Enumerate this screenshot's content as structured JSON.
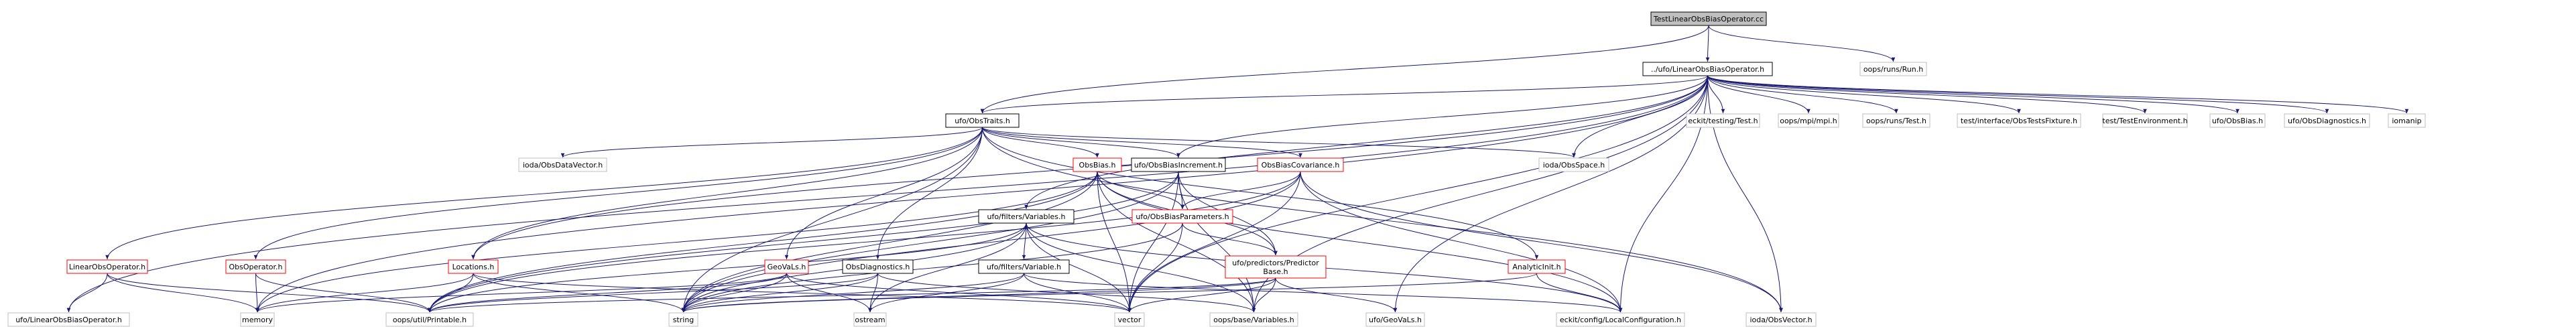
{
  "colors": {
    "root_fill": "#bfbfbf",
    "documented_border": "#000000",
    "undocumented_border": "#bfbfbf",
    "truncated_border": "#ff0000",
    "edge": "#191970"
  },
  "nodes": [
    {
      "id": "root",
      "label": "TestLinearObsBiasOperator.cc",
      "kind": "root"
    },
    {
      "id": "linop",
      "label": "../ufo/LinearObsBiasOperator.h",
      "kind": "documented"
    },
    {
      "id": "run",
      "label": "oops/runs/Run.h",
      "kind": "undocumented"
    },
    {
      "id": "obstraits",
      "label": "ufo/ObsTraits.h",
      "kind": "documented"
    },
    {
      "id": "ecktest",
      "label": "eckit/testing/Test.h",
      "kind": "undocumented"
    },
    {
      "id": "mpi",
      "label": "oops/mpi/mpi.h",
      "kind": "undocumented"
    },
    {
      "id": "runtest",
      "label": "oops/runs/Test.h",
      "kind": "undocumented"
    },
    {
      "id": "obstestsfix",
      "label": "test/interface/ObsTestsFixture.h",
      "kind": "undocumented"
    },
    {
      "id": "testenv",
      "label": "test/TestEnvironment.h",
      "kind": "undocumented"
    },
    {
      "id": "obsbias_u",
      "label": "ufo/ObsBias.h",
      "kind": "undocumented"
    },
    {
      "id": "obsdiag_u",
      "label": "ufo/ObsDiagnostics.h",
      "kind": "undocumented"
    },
    {
      "id": "iomanip",
      "label": "iomanip",
      "kind": "undocumented"
    },
    {
      "id": "obsdatavec",
      "label": "ioda/ObsDataVector.h",
      "kind": "undocumented"
    },
    {
      "id": "obsspace",
      "label": "ioda/ObsSpace.h",
      "kind": "undocumented"
    },
    {
      "id": "obsbias",
      "label": "ObsBias.h",
      "kind": "truncated"
    },
    {
      "id": "obsbiasinc",
      "label": "ufo/ObsBiasIncrement.h",
      "kind": "documented"
    },
    {
      "id": "obsbiascov",
      "label": "ObsBiasCovariance.h",
      "kind": "truncated"
    },
    {
      "id": "filtvars",
      "label": "ufo/filters/Variables.h",
      "kind": "documented"
    },
    {
      "id": "obsbiasparams",
      "label": "ufo/ObsBiasParameters.h",
      "kind": "truncated"
    },
    {
      "id": "linopH",
      "label": "LinearObsOperator.h",
      "kind": "truncated"
    },
    {
      "id": "obsoperator",
      "label": "ObsOperator.h",
      "kind": "truncated"
    },
    {
      "id": "locations",
      "label": "Locations.h",
      "kind": "truncated"
    },
    {
      "id": "geovals",
      "label": "GeoVaLs.h",
      "kind": "truncated"
    },
    {
      "id": "obsdiagH",
      "label": "ObsDiagnostics.h",
      "kind": "documented"
    },
    {
      "id": "filtvar",
      "label": "ufo/filters/Variable.h",
      "kind": "documented"
    },
    {
      "id": "predbase",
      "label": "ufo/predictors/Predictor Base.h",
      "label_lines": [
        "ufo/predictors/Predictor",
        "Base.h"
      ],
      "kind": "truncated"
    },
    {
      "id": "analyticinit",
      "label": "AnalyticInit.h",
      "kind": "truncated"
    },
    {
      "id": "ufo_linop",
      "label": "ufo/LinearObsBiasOperator.h",
      "kind": "undocumented"
    },
    {
      "id": "memory",
      "label": "memory",
      "kind": "undocumented"
    },
    {
      "id": "printable",
      "label": "oops/util/Printable.h",
      "kind": "undocumented"
    },
    {
      "id": "string",
      "label": "string",
      "kind": "undocumented"
    },
    {
      "id": "ostream",
      "label": "ostream",
      "kind": "undocumented"
    },
    {
      "id": "vector",
      "label": "vector",
      "kind": "undocumented"
    },
    {
      "id": "oopsvars",
      "label": "oops/base/Variables.h",
      "kind": "undocumented"
    },
    {
      "id": "ufogeovals",
      "label": "ufo/GeoVaLs.h",
      "kind": "undocumented"
    },
    {
      "id": "localconf",
      "label": "eckit/config/LocalConfiguration.h",
      "kind": "undocumented"
    },
    {
      "id": "obsvector",
      "label": "ioda/ObsVector.h",
      "kind": "undocumented"
    }
  ],
  "edges": [
    [
      "root",
      "linop"
    ],
    [
      "root",
      "run"
    ],
    [
      "root",
      "obstraits"
    ],
    [
      "linop",
      "obstraits"
    ],
    [
      "linop",
      "ecktest"
    ],
    [
      "linop",
      "mpi"
    ],
    [
      "linop",
      "runtest"
    ],
    [
      "linop",
      "obstestsfix"
    ],
    [
      "linop",
      "testenv"
    ],
    [
      "linop",
      "obsbias_u"
    ],
    [
      "linop",
      "obsdiag_u"
    ],
    [
      "linop",
      "iomanip"
    ],
    [
      "linop",
      "obsspace"
    ],
    [
      "linop",
      "obsbiasinc"
    ],
    [
      "linop",
      "filtvars"
    ],
    [
      "linop",
      "locations"
    ],
    [
      "linop",
      "ufo_linop"
    ],
    [
      "linop",
      "memory"
    ],
    [
      "linop",
      "vector"
    ],
    [
      "linop",
      "oopsvars"
    ],
    [
      "linop",
      "ufogeovals"
    ],
    [
      "linop",
      "localconf"
    ],
    [
      "linop",
      "obsvector"
    ],
    [
      "obstraits",
      "obsdatavec"
    ],
    [
      "obstraits",
      "obsspace"
    ],
    [
      "obstraits",
      "obsbias"
    ],
    [
      "obstraits",
      "obsbiasinc"
    ],
    [
      "obstraits",
      "obsbiascov"
    ],
    [
      "obstraits",
      "linopH"
    ],
    [
      "obstraits",
      "obsoperator"
    ],
    [
      "obstraits",
      "locations"
    ],
    [
      "obstraits",
      "geovals"
    ],
    [
      "obstraits",
      "obsdiagH"
    ],
    [
      "obstraits",
      "analyticinit"
    ],
    [
      "obstraits",
      "string"
    ],
    [
      "obstraits",
      "obsvector"
    ],
    [
      "obsbias",
      "obsbiasinc"
    ],
    [
      "obsbias",
      "obsbiasparams"
    ],
    [
      "obsbias",
      "predbase"
    ],
    [
      "obsbias",
      "memory"
    ],
    [
      "obsbias",
      "printable"
    ],
    [
      "obsbias",
      "string"
    ],
    [
      "obsbias",
      "vector"
    ],
    [
      "obsbias",
      "oopsvars"
    ],
    [
      "obsbias",
      "localconf"
    ],
    [
      "obsbiasinc",
      "obsbiasparams"
    ],
    [
      "obsbiasinc",
      "printable"
    ],
    [
      "obsbiasinc",
      "string"
    ],
    [
      "obsbiasinc",
      "vector"
    ],
    [
      "obsbiasinc",
      "oopsvars"
    ],
    [
      "obsbiasinc",
      "predbase"
    ],
    [
      "obsbiascov",
      "obsbiasparams"
    ],
    [
      "obsbiascov",
      "printable"
    ],
    [
      "obsbiascov",
      "string"
    ],
    [
      "obsbiascov",
      "vector"
    ],
    [
      "obsbiascov",
      "localconf"
    ],
    [
      "obsbiascov",
      "obsvector"
    ],
    [
      "filtvars",
      "filtvar"
    ],
    [
      "filtvars",
      "string"
    ],
    [
      "filtvars",
      "vector"
    ],
    [
      "filtvars",
      "printable"
    ],
    [
      "filtvars",
      "oopsvars"
    ],
    [
      "filtvars",
      "localconf"
    ],
    [
      "filtvars",
      "ostream"
    ],
    [
      "obsbiasparams",
      "predbase"
    ],
    [
      "obsbiasparams",
      "vector"
    ],
    [
      "obsbiasparams",
      "string"
    ],
    [
      "linopH",
      "ufo_linop"
    ],
    [
      "linopH",
      "memory"
    ],
    [
      "linopH",
      "printable"
    ],
    [
      "obsoperator",
      "memory"
    ],
    [
      "obsoperator",
      "printable"
    ],
    [
      "locations",
      "memory"
    ],
    [
      "locations",
      "printable"
    ],
    [
      "locations",
      "string"
    ],
    [
      "locations",
      "vector"
    ],
    [
      "geovals",
      "printable"
    ],
    [
      "geovals",
      "string"
    ],
    [
      "geovals",
      "vector"
    ],
    [
      "geovals",
      "ostream"
    ],
    [
      "geovals",
      "memory"
    ],
    [
      "obsdiagH",
      "printable"
    ],
    [
      "obsdiagH",
      "string"
    ],
    [
      "obsdiagH",
      "ostream"
    ],
    [
      "obsdiagH",
      "oopsvars"
    ],
    [
      "filtvar",
      "string"
    ],
    [
      "filtvar",
      "vector"
    ],
    [
      "filtvar",
      "ostream"
    ],
    [
      "filtvar",
      "localconf"
    ],
    [
      "predbase",
      "string"
    ],
    [
      "predbase",
      "vector"
    ],
    [
      "predbase",
      "oopsvars"
    ],
    [
      "predbase",
      "printable"
    ],
    [
      "predbase",
      "ufogeovals"
    ],
    [
      "analyticinit",
      "string"
    ],
    [
      "analyticinit",
      "localconf"
    ]
  ]
}
